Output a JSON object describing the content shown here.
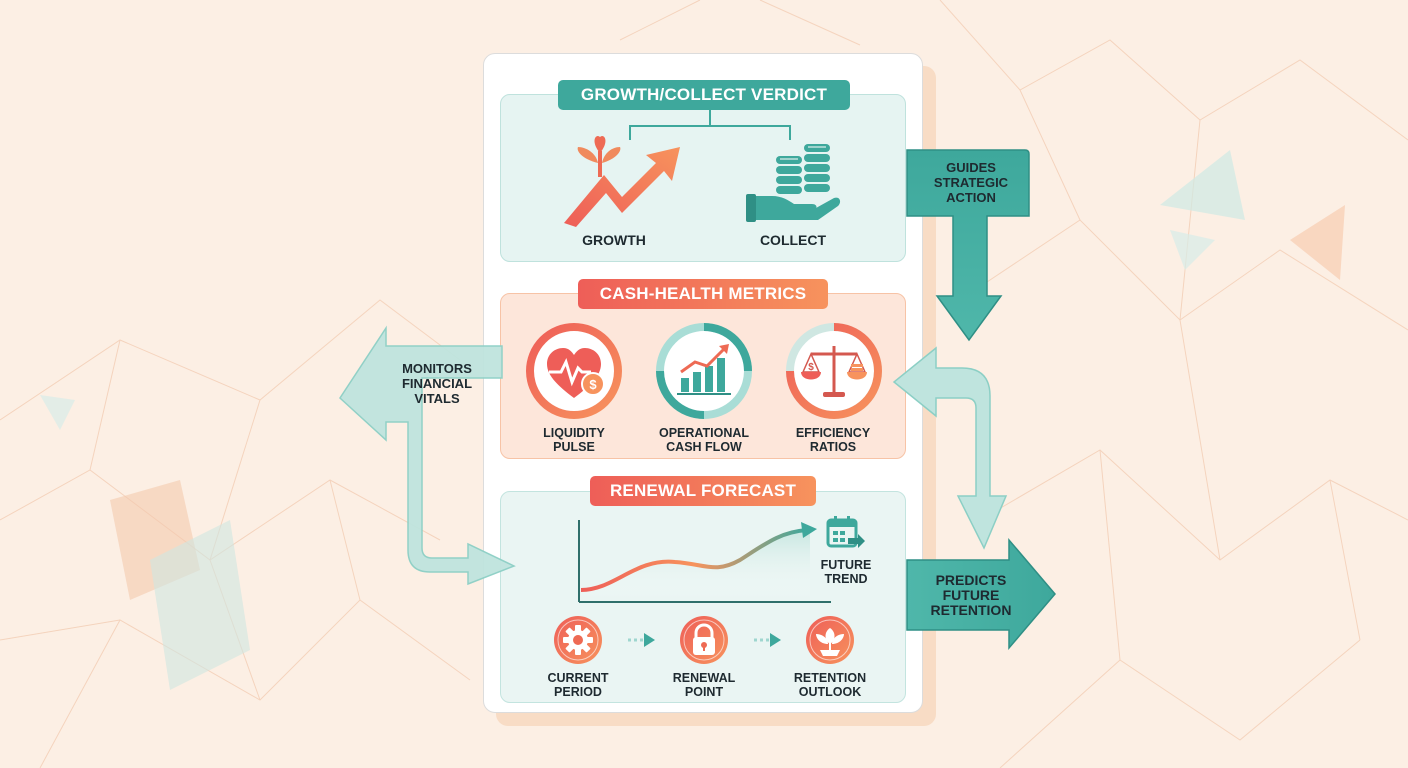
{
  "verdict": {
    "title": "GROWTH/COLLECT VERDICT",
    "growth_label": "GROWTH",
    "collect_label": "COLLECT"
  },
  "metrics": {
    "title": "CASH-HEALTH METRICS",
    "items": [
      {
        "label_line1": "LIQUIDITY",
        "label_line2": "PULSE"
      },
      {
        "label_line1": "OPERATIONAL",
        "label_line2": "CASH FLOW"
      },
      {
        "label_line1": "EFFICIENCY",
        "label_line2": "RATIOS"
      }
    ]
  },
  "forecast": {
    "title": "RENEWAL FORECAST",
    "trend_line1": "FUTURE",
    "trend_line2": "TREND",
    "steps": [
      {
        "label_line1": "CURRENT",
        "label_line2": "PERIOD",
        "icon": "gear-icon"
      },
      {
        "label_line1": "RENEWAL",
        "label_line2": "POINT",
        "icon": "lock-icon"
      },
      {
        "label_line1": "RETENTION",
        "label_line2": "OUTLOOK",
        "icon": "plant-icon"
      }
    ]
  },
  "side": {
    "guides": {
      "line1": "GUIDES",
      "line2": "STRATEGIC",
      "line3": "ACTION"
    },
    "monitors": {
      "line1": "MONITORS",
      "line2": "FINANCIAL",
      "line3": "VITALS"
    },
    "predicts": {
      "line1": "PREDICTS",
      "line2": "FUTURE",
      "line3": "RETENTION"
    }
  },
  "colors": {
    "teal": "#3ea89c",
    "coral": "#ee5e58",
    "orange": "#f7935d",
    "background": "#fcefe4"
  }
}
